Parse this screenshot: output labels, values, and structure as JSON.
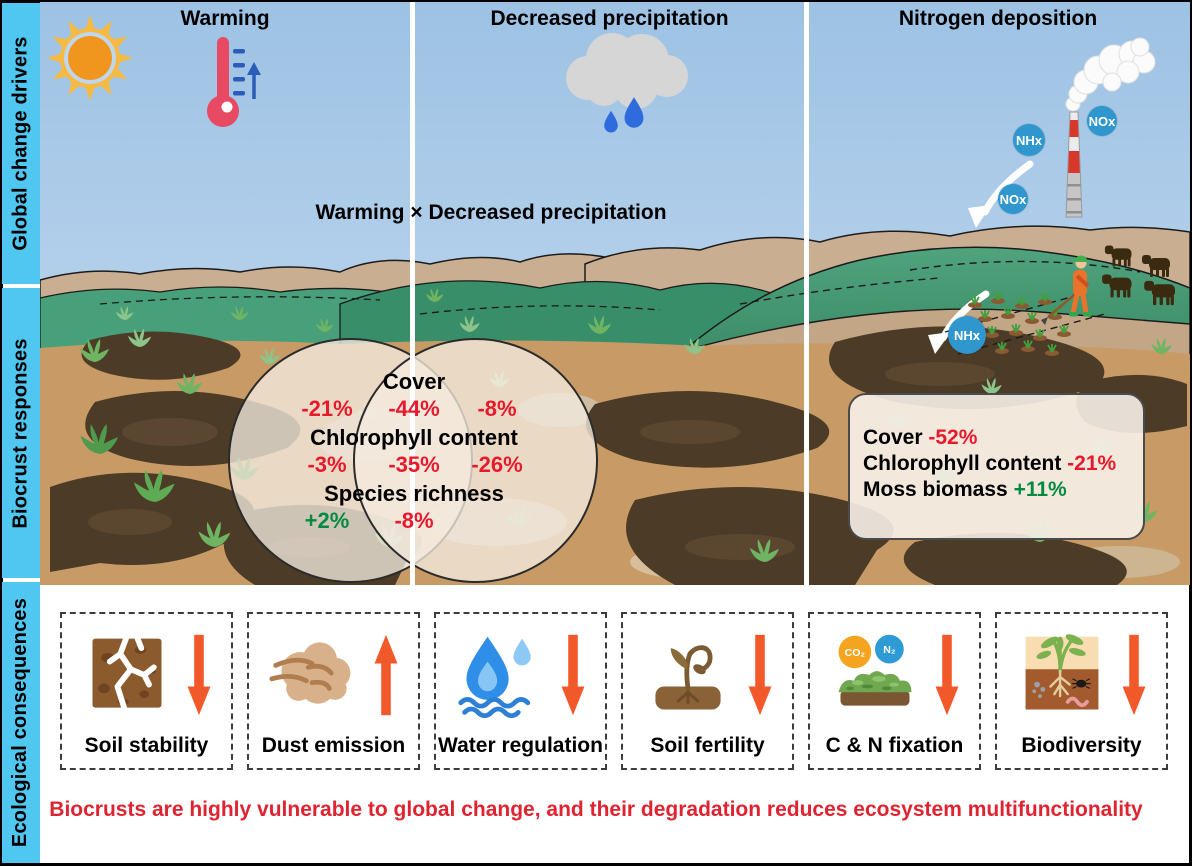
{
  "sidebar": {
    "sections": [
      {
        "label": "Global change drivers"
      },
      {
        "label": "Biocrust responses"
      },
      {
        "label": "Ecological consequences"
      }
    ]
  },
  "drivers": {
    "warming_title": "Warming",
    "precipitation_title": "Decreased precipitation",
    "nitrogen_title": "Nitrogen deposition",
    "interaction_label": "Warming × Decreased precipitation",
    "bubbles": {
      "nox_high": "NOx",
      "nhx_high": "NHx",
      "nox_mid": "NOx",
      "nhx_low": "NHx"
    }
  },
  "responses": {
    "venn": {
      "cover_label": "Cover",
      "cover_warming": "-21%",
      "cover_combined": "-44%",
      "cover_precipitation": "-8%",
      "chlorophyll_label": "Chlorophyll content",
      "chlorophyll_warming": "-3%",
      "chlorophyll_combined": "-35%",
      "chlorophyll_precipitation": "-26%",
      "richness_label": "Species richness",
      "richness_warming": "+2%",
      "richness_combined": "-8%"
    },
    "nitrogen_box": {
      "cover_label": "Cover",
      "cover_value": "-52%",
      "chlorophyll_label": "Chlorophyll content",
      "chlorophyll_value": "-21%",
      "moss_label": "Moss biomass",
      "moss_value": "+11%"
    }
  },
  "consequences": {
    "items": [
      {
        "label": "Soil stability",
        "trend": "down"
      },
      {
        "label": "Dust emission",
        "trend": "up"
      },
      {
        "label": "Water regulation",
        "trend": "down"
      },
      {
        "label": "Soil fertility",
        "trend": "down"
      },
      {
        "label": "C & N fixation",
        "trend": "down",
        "co2": "CO₂",
        "n2": "N₂"
      },
      {
        "label": "Biodiversity",
        "trend": "down"
      }
    ]
  },
  "summary": "Biocrusts are highly vulnerable to global change, and their degradation reduces ecosystem multifunctionality",
  "colors": {
    "sidebar": "#4FC7F0",
    "negative": "#E8192C",
    "positive": "#008A42",
    "trend_arrow": "#F1592A",
    "gas_bubble": "#2F96CE",
    "sky_top": "#9DC2E4",
    "ground": "#C89B66"
  }
}
